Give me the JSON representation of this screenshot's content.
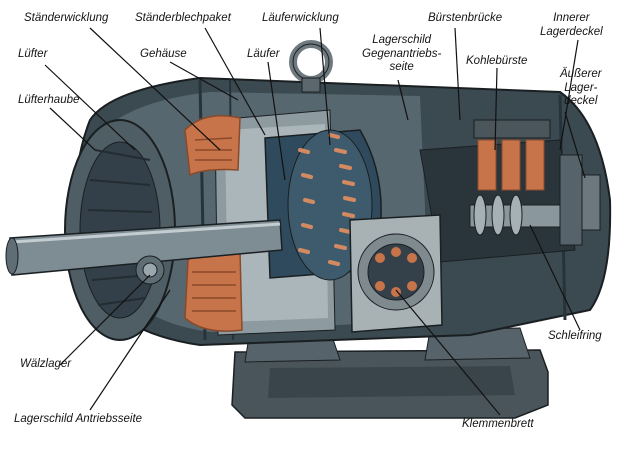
{
  "colors": {
    "housing": "#3b4950",
    "housing_light": "#6f8088",
    "copper": "#c8744a",
    "copper_dark": "#8a4a2a",
    "rotor": "#2f4a5c",
    "terminal_box": "#a8b2b4",
    "shaft": "#7e8c94",
    "outline": "#1a1f22",
    "leader": "#111111"
  },
  "labels": {
    "staenderwicklung": "Ständerwicklung",
    "staenderblechpaket": "Ständerblechpaket",
    "laeuferwicklung": "Läuferwicklung",
    "buerstenbruecke": "Bürstenbrücke",
    "innerer_lagerdeckel": [
      "Innerer",
      "Lagerdeckel"
    ],
    "luefter": "Lüfter",
    "gehaeuse": "Gehäuse",
    "laeufer": "Läufer",
    "lagerschild_gegen": [
      "Lagerschild",
      "Gegenantriebs-",
      "seite"
    ],
    "kohlebuerste": "Kohlebürste",
    "aeusserer_lagerdeckel": [
      "Äußerer",
      "Lager-",
      "deckel"
    ],
    "luefterhaube": "Lüfterhaube",
    "schleifring": "Schleifring",
    "waelzlager": "Wälzlager",
    "lagerschild_antrieb": "Lagerschild Antriebsseite",
    "klemmenbrett": "Klemmenbrett"
  }
}
